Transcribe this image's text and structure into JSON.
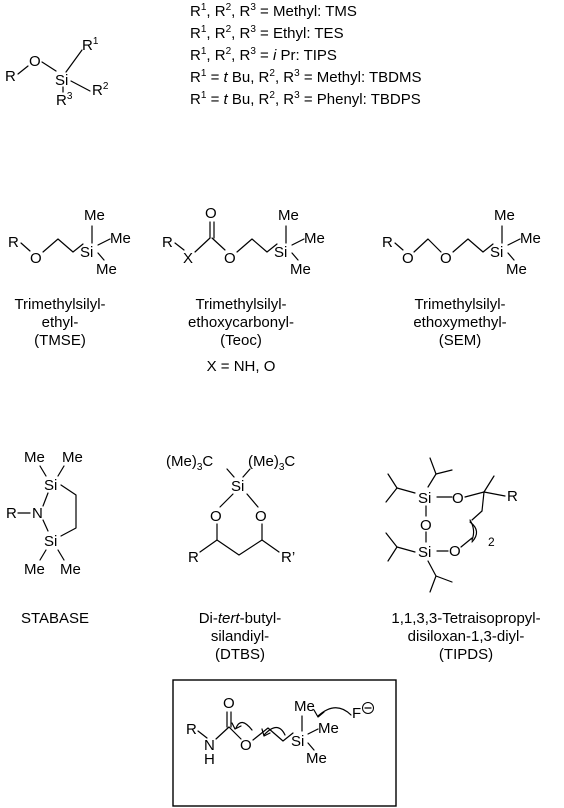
{
  "legend": [
    {
      "r": "R",
      "sub": "1",
      "mid": ", R",
      "sub2": "2",
      "mid2": ", R",
      "sub3": "3",
      "eq": " = ",
      "value": "Methyl: TMS"
    },
    {
      "r": "R",
      "sub": "1",
      "mid": ", R",
      "sub2": "2",
      "mid2": ", R",
      "sub3": "3",
      "eq": " = ",
      "value": "Ethyl: TES"
    },
    {
      "r": "R",
      "sub": "1",
      "mid": ", R",
      "sub2": "2",
      "mid2": ", R",
      "sub3": "3",
      "eq": " = ",
      "italic": "i",
      "value": "Pr: TIPS"
    }
  ],
  "legend4": {
    "pre": "R",
    "s1": "1",
    "eq": " = ",
    "it": "t",
    "mid": "Bu, R",
    "s2": "2",
    "mid2": ", R",
    "s3": "3",
    "value": " = Methyl: TBDMS"
  },
  "legend5": {
    "pre": "R",
    "s1": "1",
    "eq": " = ",
    "it": "t",
    "mid": "Bu, R",
    "s2": "2",
    "mid2": ", R",
    "s3": "3",
    "value": " = Phenyl: TBDPS"
  },
  "atoms": {
    "R": "R",
    "O": "O",
    "Si": "Si",
    "N": "N",
    "H": "H",
    "X": "X",
    "Me": "Me",
    "R1": "R",
    "R2": "R",
    "R3": "R",
    "s1": "1",
    "s2": "2",
    "s3": "3",
    "Rprime": "R’",
    "two": "2",
    "F": "F",
    "CMe3": "(Me)",
    "CMe3sub": "3",
    "CMe3c": "C"
  },
  "captions": {
    "tmse": [
      "Trimethylsilyl-",
      "ethyl-",
      "(TMSE)"
    ],
    "teoc": [
      "Trimethylsilyl-",
      "ethoxycarbonyl-",
      "(Teoc)"
    ],
    "teoc_x": "X = NH, O",
    "sem": [
      "Trimethylsilyl-",
      "ethoxymethyl-",
      "(SEM)"
    ],
    "stabase": "STABASE",
    "dtbs_pre": "Di-",
    "dtbs_it": "tert",
    "dtbs_post": "-butyl-",
    "dtbs": [
      "silandiyl-",
      "(DTBS)"
    ],
    "tipds": [
      "1,1,3,3-Tetraisopropyl-",
      "disiloxan-1,3-diyl-",
      "(TIPDS)"
    ]
  }
}
